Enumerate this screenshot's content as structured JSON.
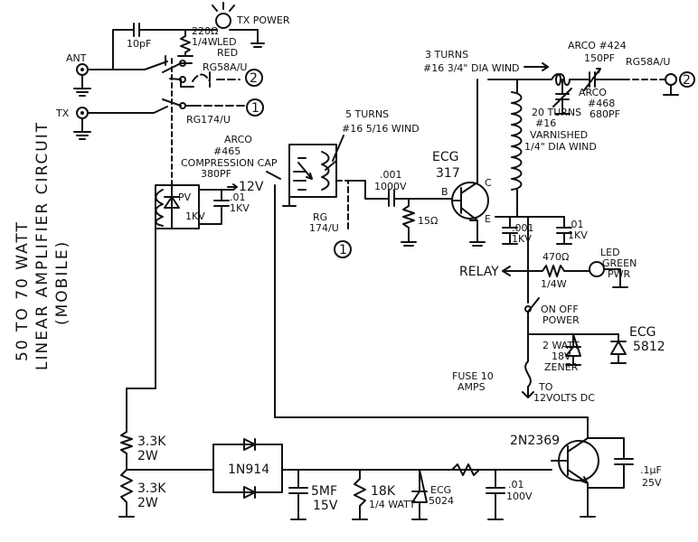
{
  "title": {
    "line1": "50 TO 70 WATT",
    "line2": "LINEAR AMPLIFIER CIRCUIT",
    "line3": "(MOBILE)"
  },
  "labels": {
    "ant": "ANT",
    "tx": "TX",
    "cap_10pf": "10pF",
    "tx_power": "TX POWER",
    "r_220": "220Ω",
    "r_220_w": "1/4W",
    "led_red": "LED",
    "led_red2": "RED",
    "rg58_top": "RG58A/U",
    "rg174_top": "RG174/U",
    "node2": "2",
    "node1": "1",
    "arco465_a": "ARCO",
    "arco465_b": "#465",
    "arco465_c": "COMPRESSION CAP",
    "arco465_d": "380PF",
    "coil5_a": "5 TURNS",
    "coil5_b": "#16 5/16 WIND",
    "diode_1kv": "1KV",
    "diode_pv": "PV",
    "cap01_a": ".01",
    "cap01_b": "1KV",
    "v12": "12V",
    "rg174_b1": "RG",
    "rg174_b2": "174/U",
    "node1b": "1",
    "cap001_a": ".001",
    "cap001_b": "1000V",
    "b_label": "B",
    "r15": "15Ω",
    "ecg317_a": "ECG",
    "ecg317_b": "317",
    "c_label": "C",
    "e_label": "E",
    "coil3_a": "3 TURNS",
    "coil3_b": "#16 3/4\" DIA WIND",
    "arco424_a": "ARCO #424",
    "arco424_b": "150PF",
    "rg58_right": "RG58A/U",
    "node2b": "2",
    "arco468_a": "ARCO",
    "arco468_b": "#468",
    "arco468_c": "680PF",
    "coil20_a": "20 TURNS",
    "coil20_b": "#16",
    "coil20_c": "VARNISHED",
    "coil20_d": "1/4\" DIA WIND",
    "cap001kv_a": ".001",
    "cap001kv_b": "1KV",
    "cap01kv_a": ".01",
    "cap01kv_b": "1KV",
    "relay": "RELAY",
    "r470_a": "470Ω",
    "r470_b": "1/4W",
    "led_green_a": "LED",
    "led_green_b": "GREEN",
    "led_green_c": "PWR",
    "onoff_a": "ON OFF",
    "onoff_b": "POWER",
    "zener_a": "2 WATT",
    "zener_b": "18V",
    "zener_c": "ZENER",
    "ecg5812_a": "ECG",
    "ecg5812_b": "5812",
    "fuse_a": "FUSE 10",
    "fuse_b": "AMPS",
    "to12_a": "TO",
    "to12_b": "12VOLTS DC",
    "r33k1_a": "3.3K",
    "r33k1_b": "2W",
    "r33k2_a": "3.3K",
    "r33k2_b": "2W",
    "diode1n914": "1N914",
    "cap5mf_a": "5MF",
    "cap5mf_b": "15V",
    "r18k_a": "18K",
    "r18k_b": "1/4 WATT",
    "ecg5024_a": "ECG",
    "ecg5024_b": "5024",
    "cap01_100v_a": ".01",
    "cap01_100v_b": "100V",
    "q2n2369": "2N2369",
    "cap1uf_a": ".1μF",
    "cap1uf_b": "25V"
  }
}
